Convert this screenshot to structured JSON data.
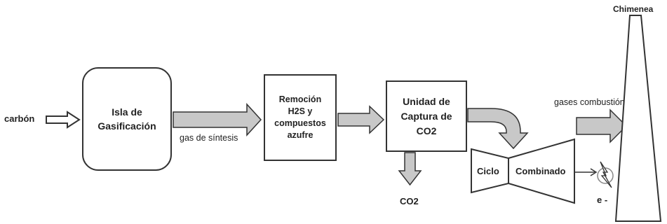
{
  "labels": {
    "input": "carbón",
    "syngas": "gas de síntesis",
    "co2_out": "CO2",
    "flue": "gases combustión",
    "stack": "Chimenea",
    "electricity": "e -"
  },
  "blocks": {
    "gasification": [
      "Isla de",
      "Gasificación"
    ],
    "sulfur_removal": [
      "Remoción",
      "H2S y",
      "compuestos",
      "azufre"
    ],
    "capture": [
      "Unidad de",
      "Captura de",
      "CO2"
    ],
    "combined_cycle_left": "Ciclo",
    "combined_cycle_right": "Combinado"
  },
  "colors": {
    "stroke": "#333333",
    "arrow_fill": "#c8c8c8",
    "box_fill": "#ffffff"
  }
}
